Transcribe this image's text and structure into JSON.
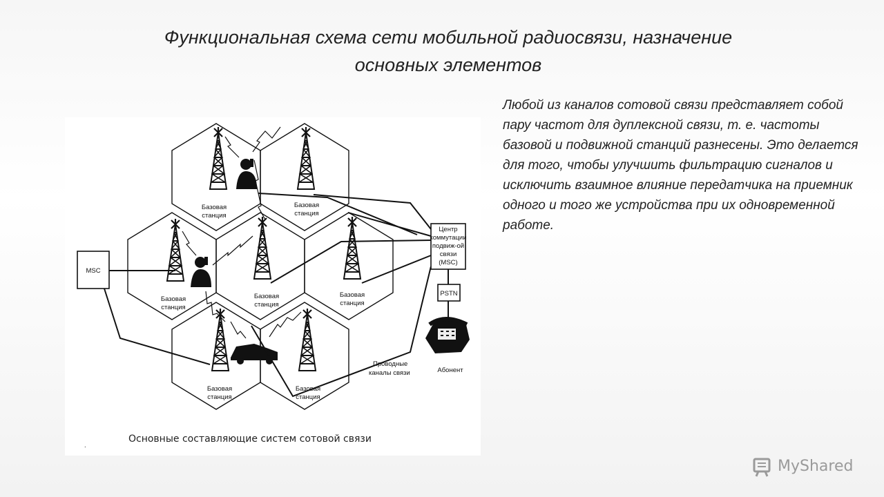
{
  "slide": {
    "title_line1": "Функциональная схема сети мобильной радиосвязи, назначение",
    "title_line2": "основных элементов",
    "body": "Любой из каналов сотовой связи представляет собой пару частот для дуплексной связи, т. е. частоты базовой и подвижной станций разнесены. Это делается для того, чтобы улучшить фильтрацию сигналов и исключить взаимное влияние передатчика на приемник одного и того же устройства при их одновременной работе."
  },
  "diagram": {
    "base_station_line1": "Базовая",
    "base_station_line2": "станция",
    "msc_label": "MSC",
    "center_lines": [
      "Центр",
      "коммутации",
      "подвиж-ой",
      "связи",
      "(MSC)"
    ],
    "pstn_label": "PSTN",
    "subscriber_label": "Абонент",
    "wired_line1": "Проводные",
    "wired_line2": "каналы связи",
    "caption": "Основные составляющие систем сотовой связи"
  },
  "logo": {
    "text": "MyShared"
  }
}
